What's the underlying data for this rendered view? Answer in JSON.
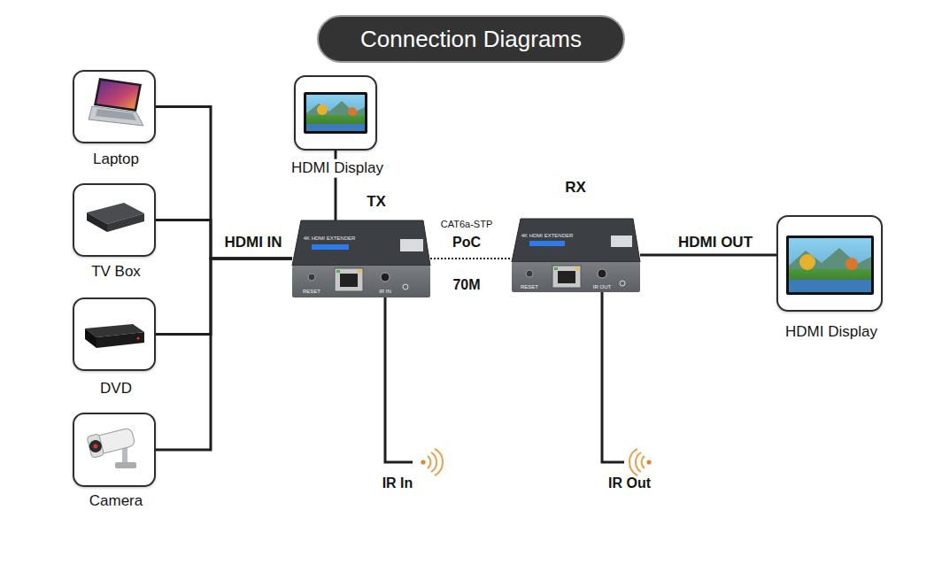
{
  "diagram": {
    "title": "Connection Diagrams",
    "nodes": [
      {
        "text": [
          "Laptop"
        ]
      },
      {
        "text": [
          "TV Box"
        ]
      },
      {
        "text": [
          "DVD"
        ]
      },
      {
        "text": [
          "Camera"
        ]
      },
      {
        "text": [
          "HDMI Display"
        ]
      },
      {
        "text": [
          "TX",
          "4K HDMI EXTENDER",
          "RESET",
          "IR IN"
        ]
      },
      {
        "text": [
          "RX",
          "4K HDMI EXTENDER",
          "RESET",
          "IR OUT"
        ]
      },
      {
        "text": [
          "HDMI Display"
        ]
      }
    ],
    "edges": [
      {
        "from": 0,
        "to": 5,
        "label": "HDMI IN",
        "arrow": "none"
      },
      {
        "from": 1,
        "to": 5,
        "arrow": "none"
      },
      {
        "from": 2,
        "to": 5,
        "arrow": "none"
      },
      {
        "from": 3,
        "to": 5,
        "arrow": "none"
      },
      {
        "from": 5,
        "to": 4,
        "arrow": "none"
      },
      {
        "from": 5,
        "to": 6,
        "label": "PoC",
        "arrow": "none"
      },
      {
        "from": 6,
        "to": 7,
        "label": "HDMI OUT",
        "arrow": "none"
      }
    ],
    "labels": [
      "CAT6a-STP",
      "70M",
      "IR In",
      "IR Out"
    ]
  }
}
